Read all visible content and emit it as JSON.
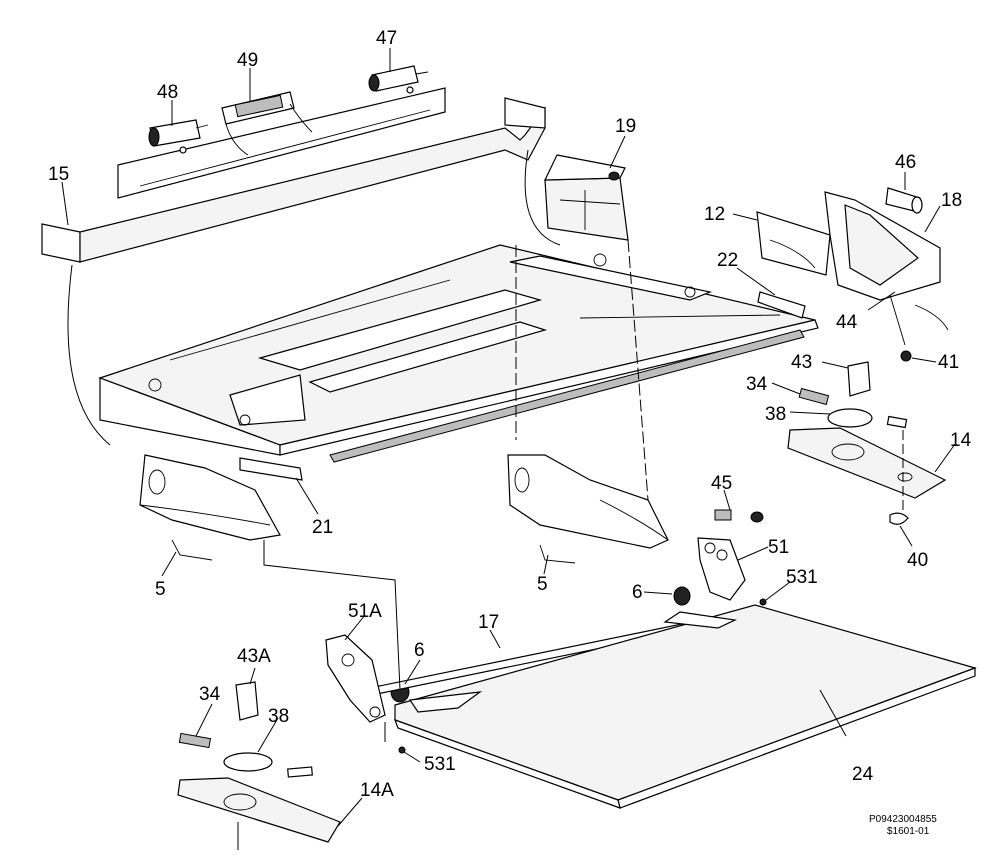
{
  "diagram": {
    "labels": {
      "p15": "15",
      "p48": "48",
      "p49": "49",
      "p47": "47",
      "p19": "19",
      "p12": "12",
      "p46": "46",
      "p18": "18",
      "p22": "22",
      "p44": "44",
      "p41": "41",
      "p43": "43",
      "p34": "34",
      "p38": "38",
      "p14": "14",
      "p40": "40",
      "p21": "21",
      "p5a": "5",
      "p5b": "5",
      "p45": "45",
      "p51": "51",
      "p531a": "531",
      "p6a": "6",
      "p17": "17",
      "p51A": "51A",
      "p6b": "6",
      "p43A": "43A",
      "p34b": "34",
      "p38b": "38",
      "p531b": "531",
      "p24": "24",
      "p14A": "14A"
    },
    "footer": {
      "code": "P09423004855",
      "sheet": "$1601-01"
    }
  }
}
